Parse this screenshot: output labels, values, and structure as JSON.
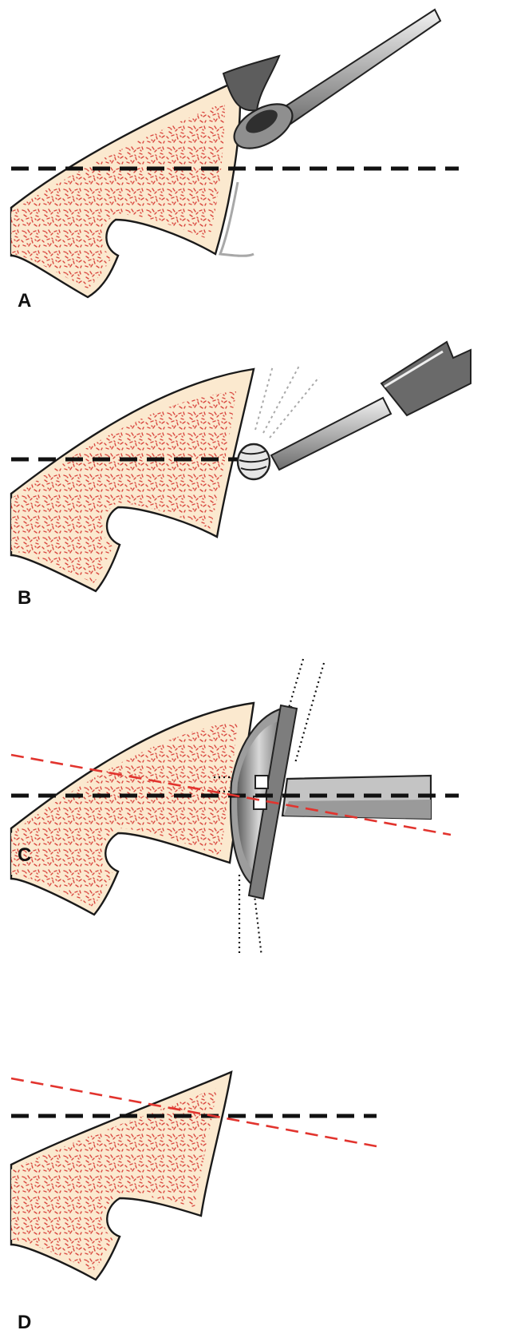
{
  "panels": [
    {
      "label": "A"
    },
    {
      "label": "B"
    },
    {
      "label": "C"
    },
    {
      "label": "D"
    }
  ],
  "colors": {
    "bone_fill": "#fbe9cf",
    "bone_outline": "#1a1a1a",
    "cancellous_speckle": "#d9473f",
    "reference_line": "#111111",
    "resected_line": "#e2342e",
    "instrument_metal": "#b9b9b9"
  },
  "icons": {
    "A": "curette-icon",
    "B": "burr-icon",
    "C": "reamer-icon"
  }
}
